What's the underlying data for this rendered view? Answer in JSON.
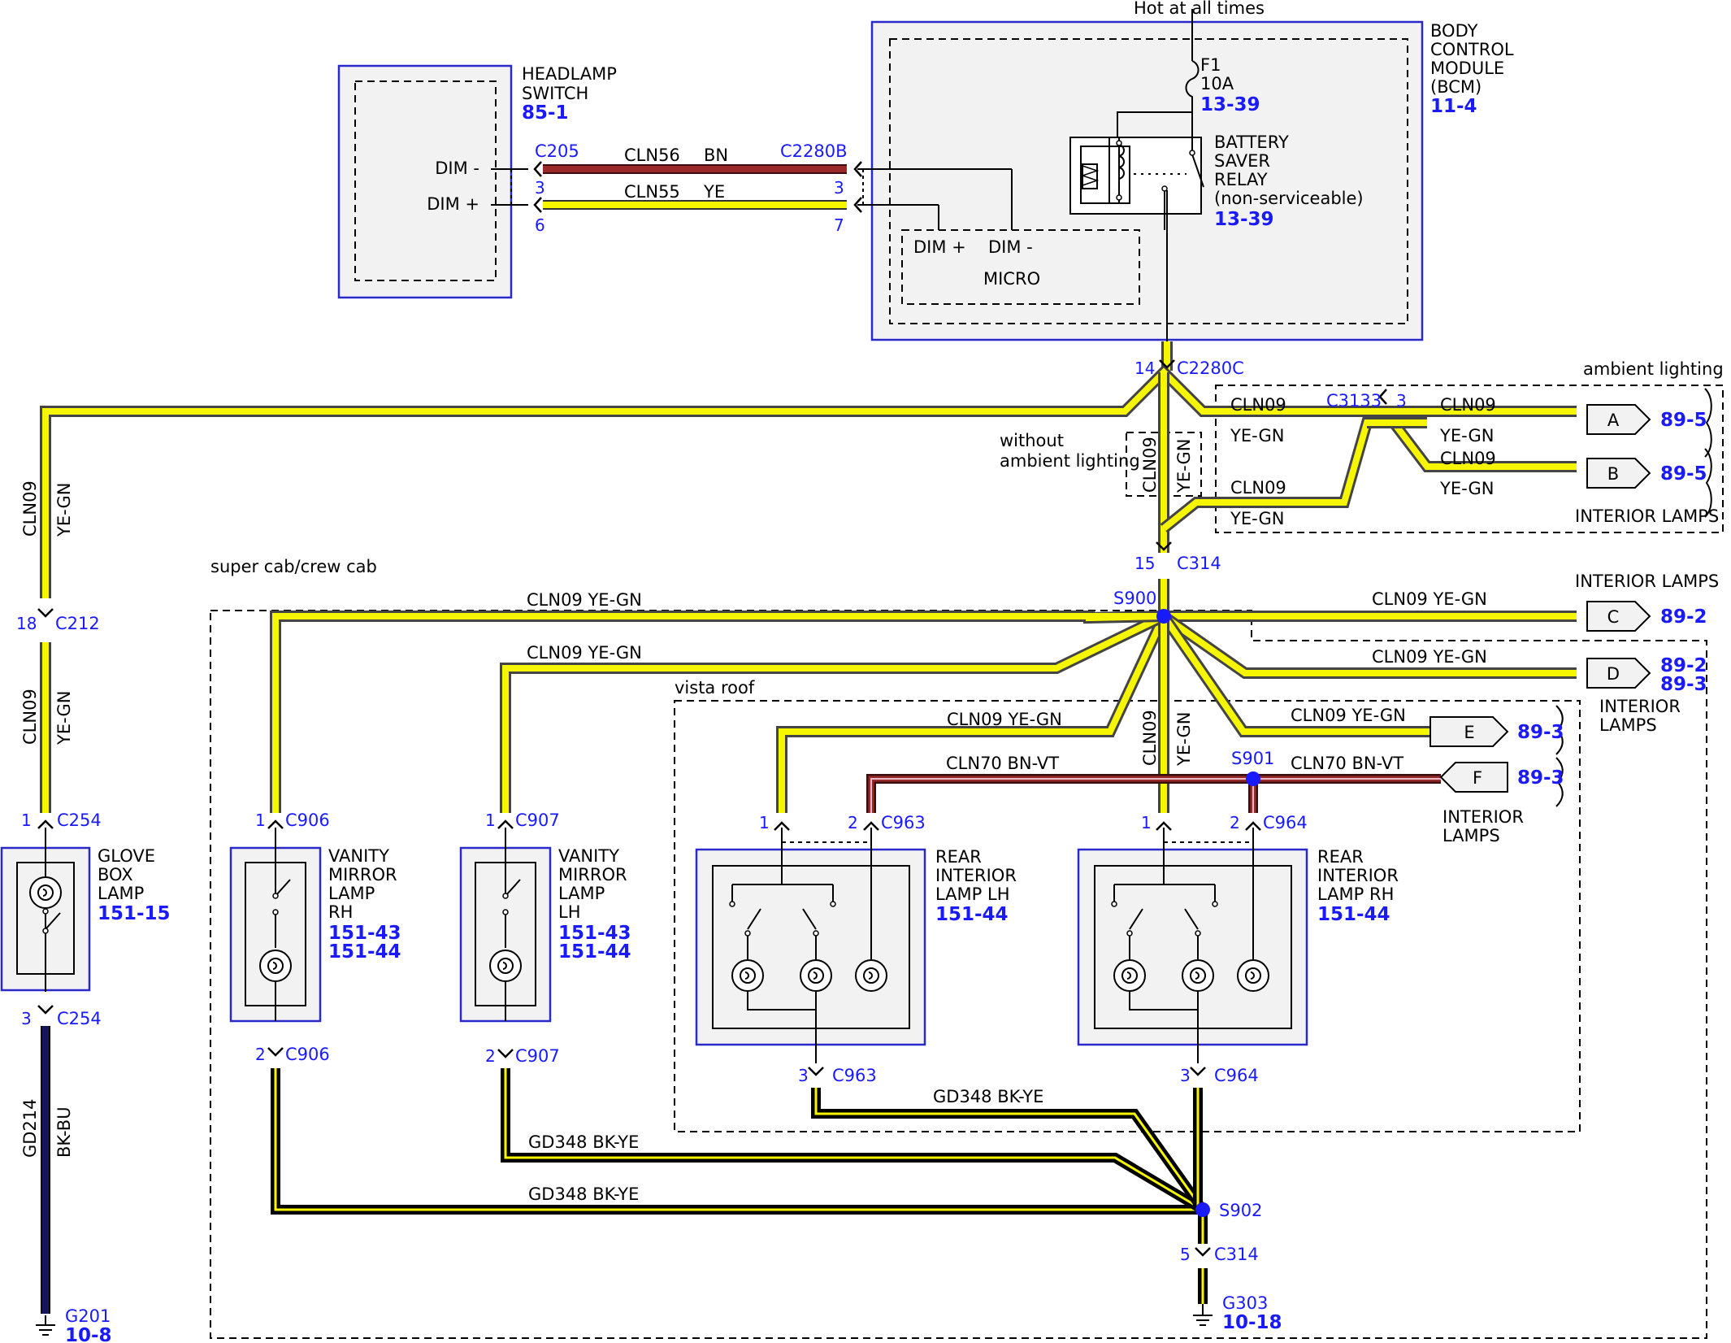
{
  "modules": {
    "hls": {
      "l1": "HEADLAMP",
      "l2": "SWITCH",
      "ref": "85-1",
      "dim_minus": "DIM -",
      "dim_plus": "DIM +"
    },
    "bcm": {
      "l1": "BODY",
      "l2": "CONTROL",
      "l3": "MODULE",
      "l4": "(BCM)",
      "ref": "11-4",
      "hot": "Hot at all times",
      "fuse": "F1",
      "fuse_rating": "10A",
      "fuse_ref": "13-39",
      "r1": "BATTERY",
      "r2": "SAVER",
      "r3": "RELAY",
      "r4": "(non-serviceable)",
      "relay_ref": "13-39",
      "micro": "MICRO",
      "dim_plus": "DIM +",
      "dim_minus": "DIM -"
    },
    "glove": {
      "l1": "GLOVE",
      "l2": "BOX",
      "l3": "LAMP",
      "ref": "151-15"
    },
    "vmr": {
      "l1": "VANITY",
      "l2": "MIRROR",
      "l3": "LAMP",
      "l4": "RH",
      "ref1": "151-43",
      "ref2": "151-44"
    },
    "vml": {
      "l1": "VANITY",
      "l2": "MIRROR",
      "l3": "LAMP",
      "l4": "LH",
      "ref1": "151-43",
      "ref2": "151-44"
    },
    "ril": {
      "l1": "REAR",
      "l2": "INTERIOR",
      "l3": "LAMP LH",
      "ref": "151-44"
    },
    "rir": {
      "l1": "REAR",
      "l2": "INTERIOR",
      "l3": "LAMP RH",
      "ref": "151-44"
    }
  },
  "connectors": {
    "c205": "C205",
    "c2280b": "C2280B",
    "c2280c": "C2280C",
    "c3133": "C3133",
    "c314": "C314",
    "c212": "C212",
    "c254": "C254",
    "c906": "C906",
    "c907": "C907",
    "c963": "C963",
    "c964": "C964"
  },
  "pins": {
    "p3": "3",
    "p6": "6",
    "p7": "7",
    "p14": "14",
    "p15": "15",
    "p18": "18",
    "p1": "1",
    "p2": "2",
    "p5": "5"
  },
  "splices": {
    "s900": "S900",
    "s901": "S901",
    "s902": "S902"
  },
  "grounds": {
    "g201": "G201",
    "g201_ref": "10-8",
    "g303": "G303",
    "g303_ref": "10-18"
  },
  "wires": {
    "cln56": "CLN56",
    "cln55": "CLN55",
    "cln09": "CLN09",
    "cln70": "CLN70",
    "gd348": "GD348",
    "gd214": "GD214",
    "bn": "BN",
    "ye": "YE",
    "ye_gn": "YE-GN",
    "bn_vt": "BN-VT",
    "bk_ye": "BK-YE",
    "bk_bu": "BK-BU",
    "cln09_ye_gn": "CLN09  YE-GN",
    "cln70_bn_vt": "CLN70  BN-VT",
    "gd348_bk_ye": "GD348  BK-YE"
  },
  "zones": {
    "ambient": "ambient lighting",
    "without1": "without",
    "without2": "ambient lighting",
    "cab": "super cab/crew cab",
    "vista": "vista roof"
  },
  "interior": {
    "t1": "INTERIOR LAMPS",
    "t2": "INTERIOR",
    "t3": "LAMPS"
  },
  "outputs": {
    "a": "A",
    "b": "B",
    "c": "C",
    "d": "D",
    "e": "E",
    "f": "F",
    "r895": "89-5",
    "r892": "89-2",
    "r893": "89-3"
  },
  "colors": {
    "yellow": "#f6f600",
    "brown": "#9a2a2a",
    "navy": "#15155a",
    "splice": "#1a1aff",
    "link": "#1a1aff"
  }
}
